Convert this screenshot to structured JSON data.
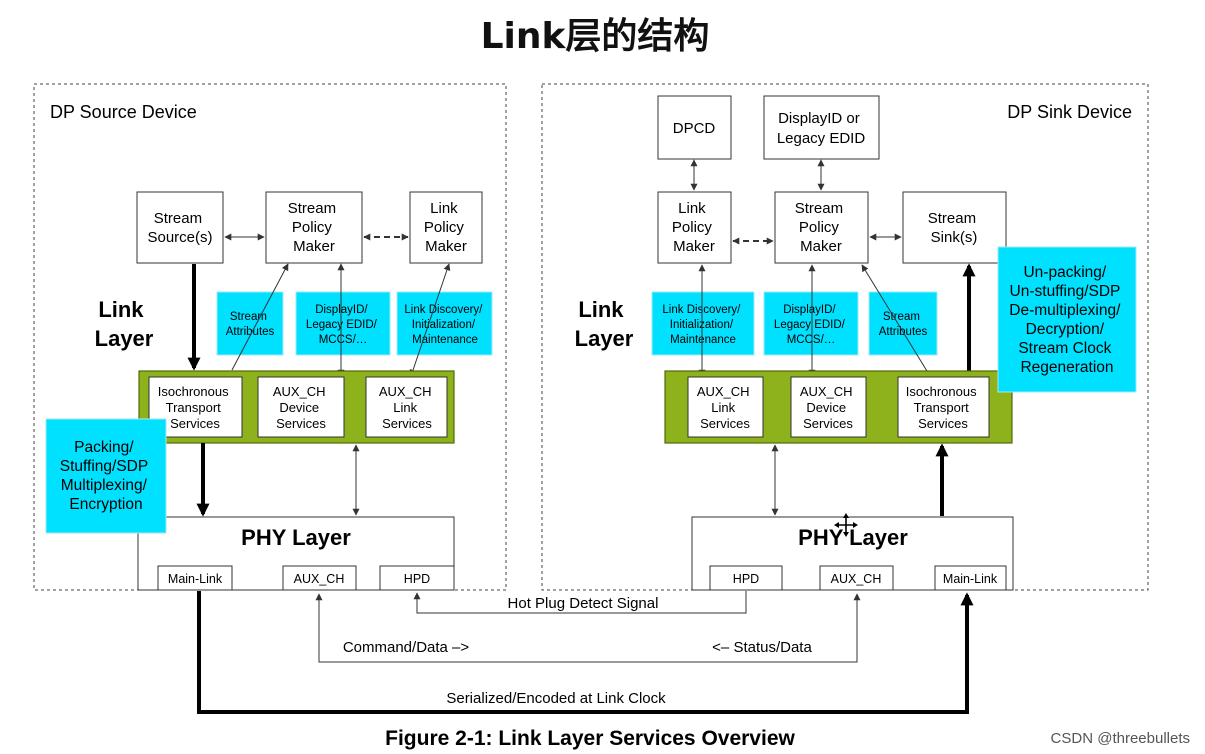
{
  "title": "Link层的结构",
  "caption": "Figure 2-1: Link Layer Services Overview",
  "watermark": "CSDN @threebullets",
  "source": {
    "device_label": "DP Source Device",
    "link_layer_label": [
      "Link",
      "Layer"
    ],
    "stream_source": [
      "Stream",
      "Source(s)"
    ],
    "stream_policy_maker": [
      "Stream",
      "Policy",
      "Maker"
    ],
    "link_policy_maker": [
      "Link",
      "Policy",
      "Maker"
    ],
    "stream_attributes": [
      "Stream",
      "Attributes"
    ],
    "displayid_legacy": [
      "DisplayID/",
      "Legacy EDID/",
      "MCCS/…"
    ],
    "link_discovery": [
      "Link Discovery/",
      "Initialization/",
      "Maintenance"
    ],
    "isochronous": [
      "Isochronous",
      "Transport",
      "Services"
    ],
    "aux_device": [
      "AUX_CH",
      "Device",
      "Services"
    ],
    "aux_link": [
      "AUX_CH",
      "Link",
      "Services"
    ],
    "packing": [
      "Packing/",
      "Stuffing/SDP",
      "Multiplexing/",
      "Encryption"
    ],
    "phy_layer": "PHY Layer",
    "main_link": "Main-Link",
    "aux_ch": "AUX_CH",
    "hpd": "HPD"
  },
  "sink": {
    "device_label": "DP Sink Device",
    "link_layer_label": [
      "Link",
      "Layer"
    ],
    "dpcd": "DPCD",
    "displayid_edid": [
      "DisplayID or",
      "Legacy EDID"
    ],
    "link_policy_maker": [
      "Link",
      "Policy",
      "Maker"
    ],
    "stream_policy_maker": [
      "Stream",
      "Policy",
      "Maker"
    ],
    "stream_sink": [
      "Stream",
      "Sink(s)"
    ],
    "link_discovery": [
      "Link Discovery/",
      "Initialization/",
      "Maintenance"
    ],
    "displayid_legacy": [
      "DisplayID/",
      "Legacy EDID/",
      "MCCS/…"
    ],
    "stream_attributes": [
      "Stream",
      "Attributes"
    ],
    "unpacking": [
      "Un-packing/",
      "Un-stuffing/SDP",
      "De-multiplexing/",
      "Decryption/",
      "Stream Clock",
      "Regeneration"
    ],
    "aux_link": [
      "AUX_CH",
      "Link",
      "Services"
    ],
    "aux_device": [
      "AUX_CH",
      "Device",
      "Services"
    ],
    "isochronous": [
      "Isochronous",
      "Transport",
      "Services"
    ],
    "phy_layer": "PHY Layer",
    "hpd": "HPD",
    "aux_ch": "AUX_CH",
    "main_link": "Main-Link"
  },
  "signals": {
    "hot_plug": "Hot Plug Detect Signal",
    "command_data": "Command/Data –>",
    "status_data": "<– Status/Data",
    "serialized": "Serialized/Encoded at Link Clock"
  }
}
